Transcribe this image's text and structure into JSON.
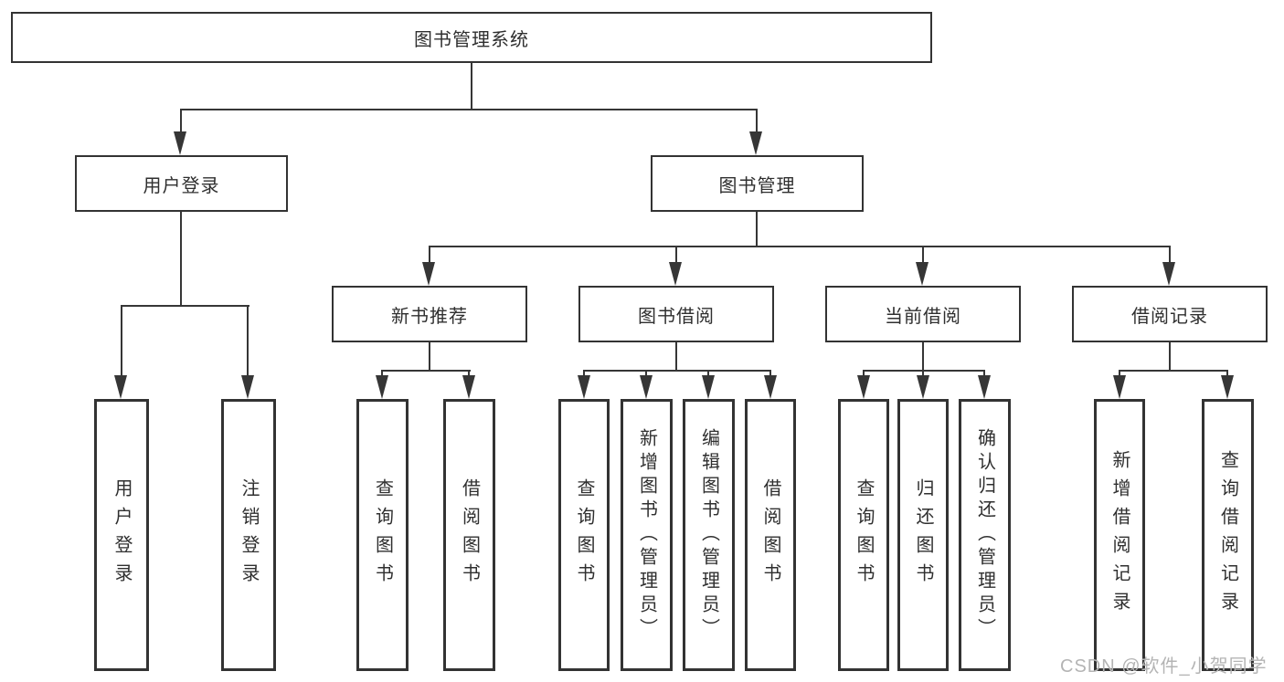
{
  "colors": {
    "line": "#363636",
    "border": "#333333",
    "text": "#2f2f2f",
    "watermark": "#b4b4b4"
  },
  "root": {
    "label": "图书管理系统"
  },
  "level2": [
    {
      "label": "用户登录"
    },
    {
      "label": "图书管理"
    }
  ],
  "level3": [
    {
      "label": "新书推荐"
    },
    {
      "label": "图书借阅"
    },
    {
      "label": "当前借阅"
    },
    {
      "label": "借阅记录"
    }
  ],
  "leaves": {
    "user_login": [
      {
        "label": "用户登录"
      },
      {
        "label": "注销登录"
      }
    ],
    "new_book": [
      {
        "label": "查询图书"
      },
      {
        "label": "借阅图书"
      }
    ],
    "book_borrow": [
      {
        "label": "查询图书"
      },
      {
        "label": "新增图书（管理员）"
      },
      {
        "label": "编辑图书（管理员）"
      },
      {
        "label": "借阅图书"
      }
    ],
    "current_borrow": [
      {
        "label": "查询图书"
      },
      {
        "label": "归还图书"
      },
      {
        "label": "确认归还（管理员）"
      }
    ],
    "borrow_record": [
      {
        "label": "新增借阅记录"
      },
      {
        "label": "查询借阅记录"
      }
    ]
  },
  "watermark": "CSDN @软件_小贺同学"
}
